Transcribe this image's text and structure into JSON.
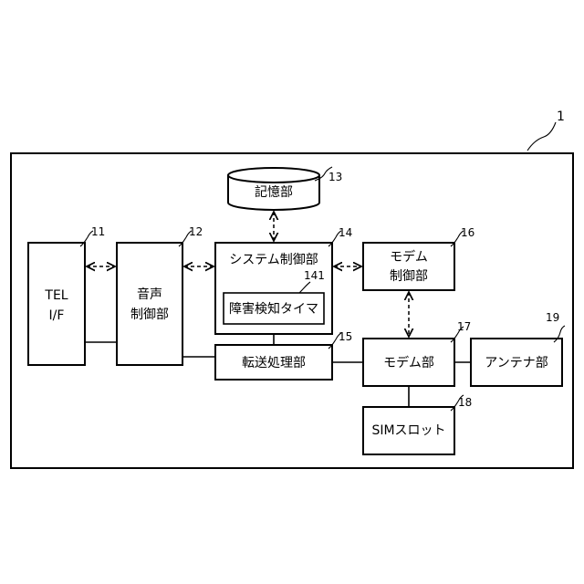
{
  "device": {
    "ref": "1"
  },
  "blocks": {
    "storage": {
      "label": "記憶部",
      "ref": "13"
    },
    "tel_if": {
      "line1": "TEL",
      "line2": "I/F",
      "ref": "11"
    },
    "voice": {
      "line1": "音声",
      "line2": "制御部",
      "ref": "12"
    },
    "system": {
      "label": "システム制御部",
      "ref": "14"
    },
    "fault_timer": {
      "label": "障害検知タイマ",
      "ref": "141"
    },
    "transfer": {
      "label": "転送処理部",
      "ref": "15"
    },
    "modem_ctrl": {
      "line1": "モデム",
      "line2": "制御部",
      "ref": "16"
    },
    "modem": {
      "label": "モデム部",
      "ref": "17"
    },
    "sim": {
      "label": "SIMスロット",
      "ref": "18"
    },
    "antenna": {
      "label": "アンテナ部",
      "ref": "19"
    }
  }
}
